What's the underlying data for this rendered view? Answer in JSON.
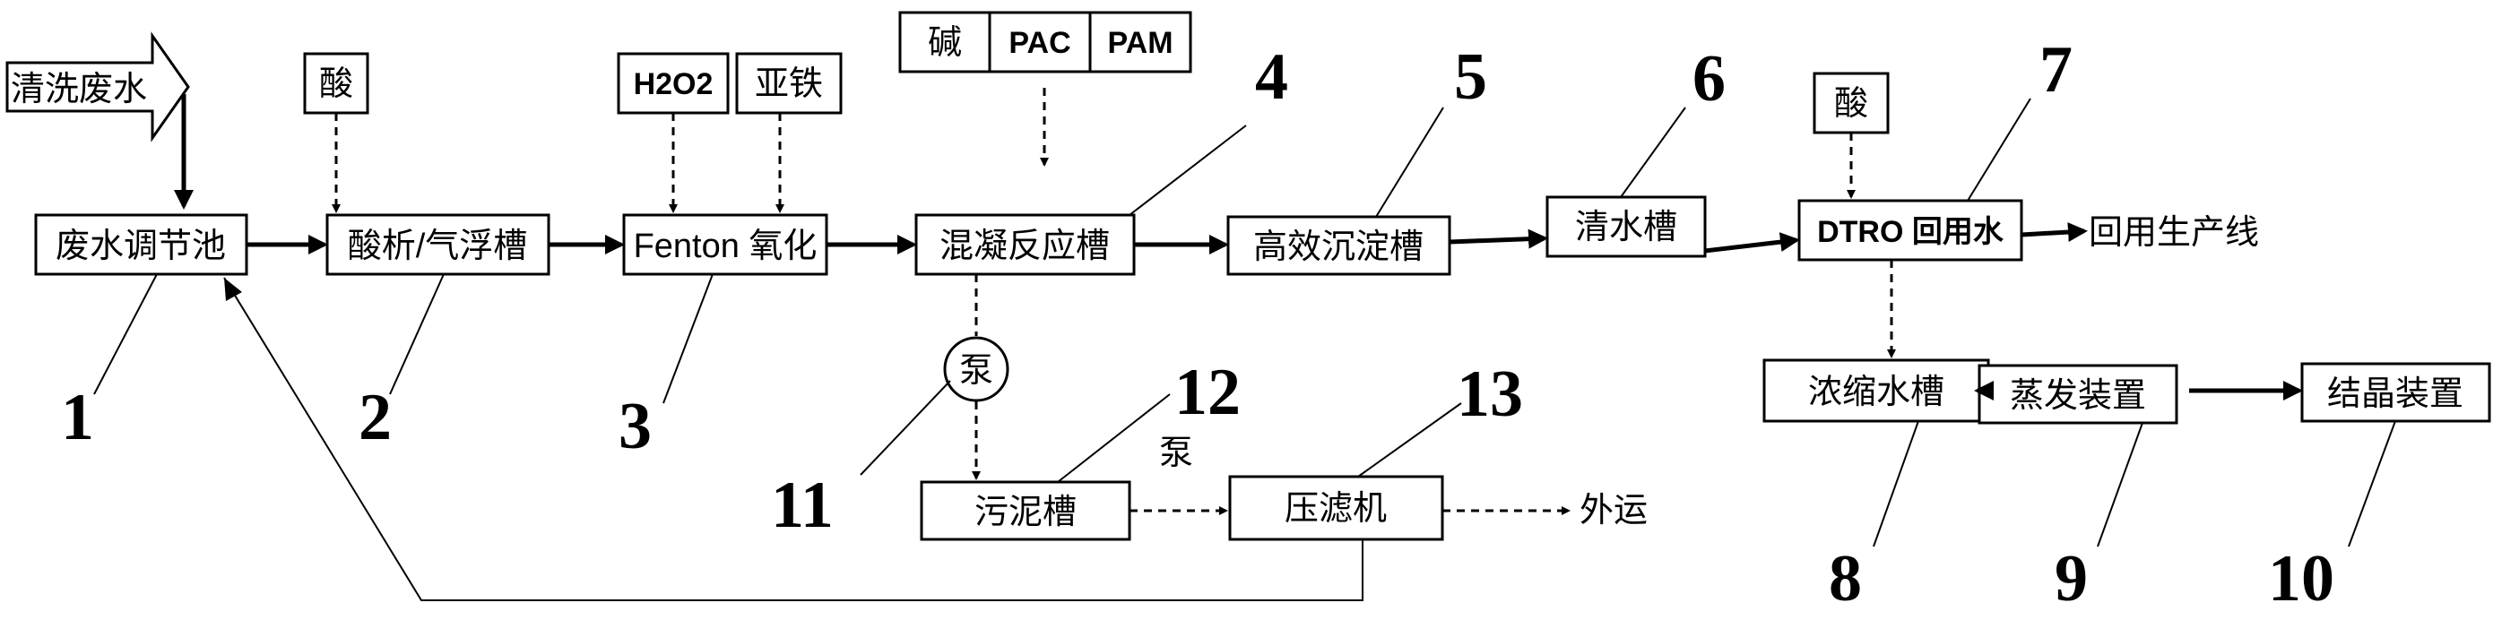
{
  "process": {
    "source": "清洗废水",
    "n1": "废水调节池",
    "n2": "酸析/气浮槽",
    "n3": "Fenton 氧化",
    "n4": "混凝反应槽",
    "n5": "高效沉淀槽",
    "n6": "清水槽",
    "n7": "DTRO 回用水",
    "n8": "浓缩水槽",
    "n9": "蒸发装置",
    "n10": "结晶装置",
    "n11": "泵",
    "n12": "污泥槽",
    "n13": "压滤机",
    "reuse_out": "回用生产线",
    "sludge_out": "外运",
    "pump_text": "泵"
  },
  "reagents": {
    "acid1": "酸",
    "h2o2": "H2O2",
    "ferrous": "亚铁",
    "alkali": "碱",
    "pac": "PAC",
    "pam": "PAM",
    "acid2": "酸"
  },
  "callouts": [
    "1",
    "2",
    "3",
    "4",
    "5",
    "6",
    "7",
    "8",
    "9",
    "10",
    "11",
    "12",
    "13"
  ]
}
